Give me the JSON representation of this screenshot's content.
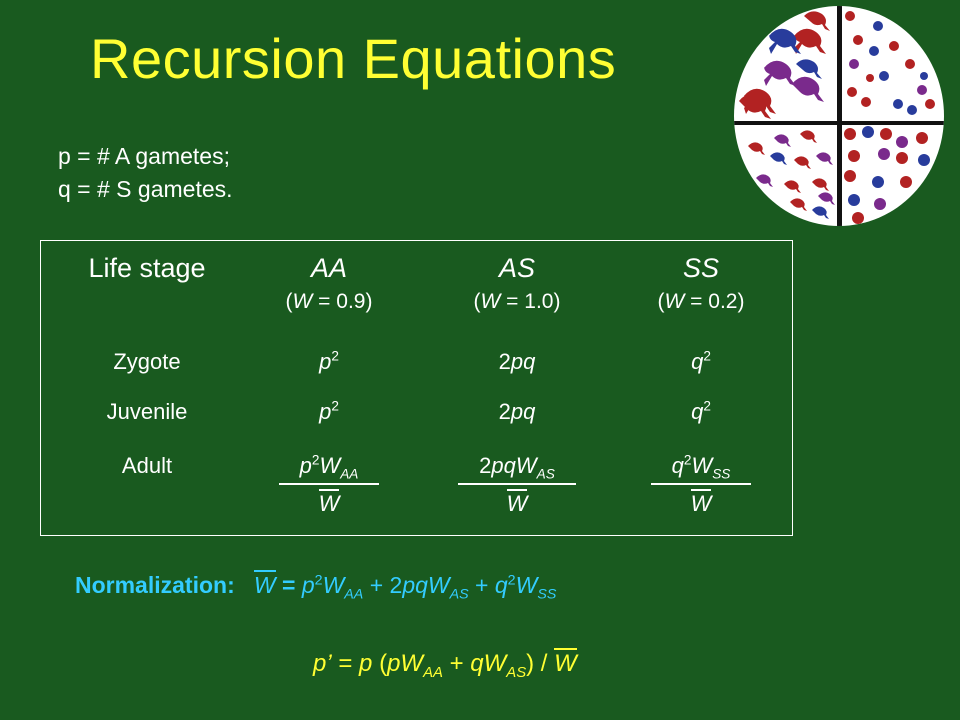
{
  "title": "Recursion Equations",
  "definitions": {
    "line1": "p = # A gametes;",
    "line2": "q = # S gametes."
  },
  "table": {
    "headers": [
      {
        "label": "Life stage",
        "sub": ""
      },
      {
        "label": "AA",
        "sub": "W = 0.9"
      },
      {
        "label": "AS",
        "sub": "W = 1.0"
      },
      {
        "label": "SS",
        "sub": "W = 0.2"
      }
    ],
    "rows": [
      {
        "stage": "Zygote",
        "aa": "p2",
        "as": "2pq",
        "ss": "q2"
      },
      {
        "stage": "Juvenile",
        "aa": "p2",
        "as": "2pq",
        "ss": "q2"
      },
      {
        "stage": "Adult",
        "aa": "p2W_AA / W",
        "as": "2pqW_AS / W",
        "ss": "q2W_SS / W"
      }
    ]
  },
  "normalization": {
    "label": "Normalization:",
    "equation": "W = p2W_AA + 2pqW_AS + q2W_SS"
  },
  "update_equation": "p' = p (pW_AA + qW_AS) / W",
  "colors": {
    "background": "#195a1f",
    "title": "#ffff33",
    "normalization": "#33ccff",
    "lizard_red": "#b22222",
    "lizard_blue": "#283c9c",
    "lizard_purple": "#7a2a8c"
  },
  "illustration": {
    "quadrants": [
      "adult-lizards",
      "eggs",
      "juvenile-lizards",
      "zygote-eggs"
    ]
  }
}
